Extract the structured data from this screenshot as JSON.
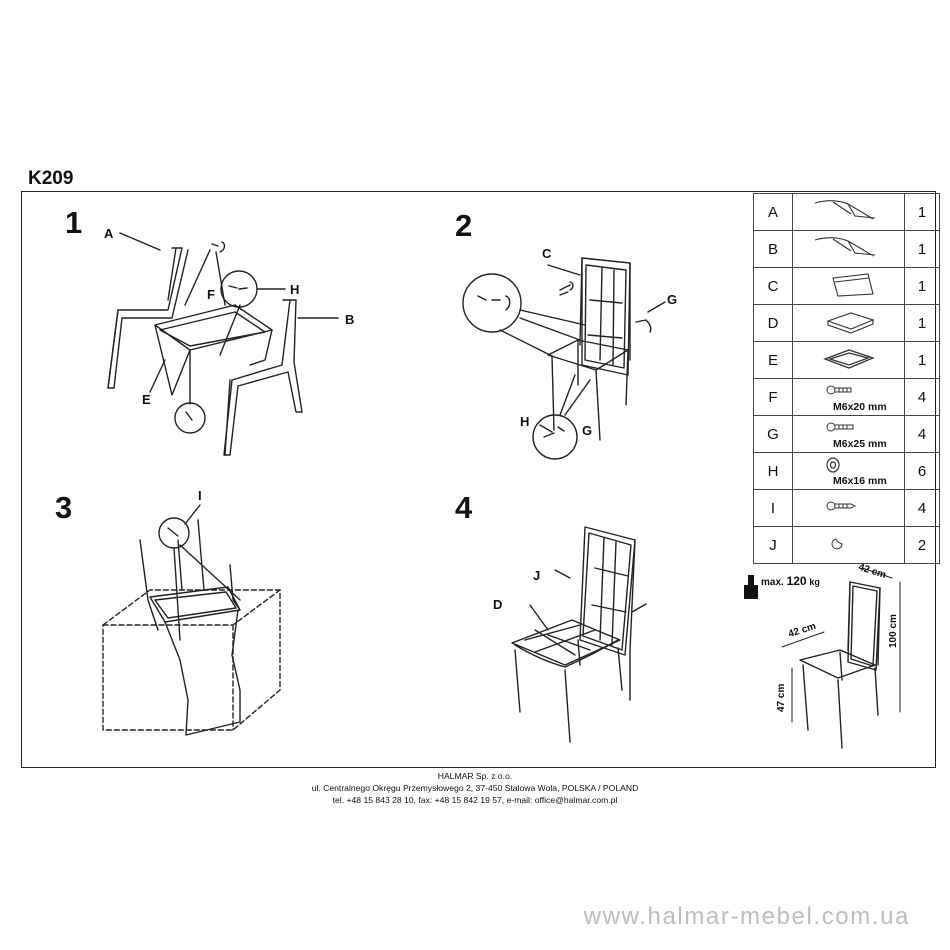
{
  "product": {
    "code": "K209"
  },
  "steps": [
    "1",
    "2",
    "3",
    "4"
  ],
  "labels": {
    "s1": {
      "a": "A",
      "b": "B",
      "e": "E",
      "f": "F",
      "h": "H"
    },
    "s2": {
      "c": "C",
      "g1": "G",
      "h": "H",
      "g2": "G"
    },
    "s3": {
      "i": "I"
    },
    "s4": {
      "j": "J",
      "d": "D"
    }
  },
  "parts": [
    {
      "letter": "A",
      "qty": "1",
      "icon": "leg-frame-icon",
      "size": ""
    },
    {
      "letter": "B",
      "qty": "1",
      "icon": "leg-frame-icon",
      "size": ""
    },
    {
      "letter": "C",
      "qty": "1",
      "icon": "backrest-icon",
      "size": ""
    },
    {
      "letter": "D",
      "qty": "1",
      "icon": "seat-cushion-icon",
      "size": ""
    },
    {
      "letter": "E",
      "qty": "1",
      "icon": "seat-frame-icon",
      "size": ""
    },
    {
      "letter": "F",
      "qty": "4",
      "icon": "bolt-icon",
      "size": "M6x20 mm"
    },
    {
      "letter": "G",
      "qty": "4",
      "icon": "bolt-icon",
      "size": "M6x25 mm"
    },
    {
      "letter": "H",
      "qty": "6",
      "icon": "washer-icon",
      "size": "M6x16 mm"
    },
    {
      "letter": "I",
      "qty": "4",
      "icon": "screw-icon",
      "size": ""
    },
    {
      "letter": "J",
      "qty": "2",
      "icon": "cap-icon",
      "size": ""
    }
  ],
  "specs": {
    "max_label": "max.",
    "max_load": "120",
    "max_unit": "kg",
    "width": "42 cm",
    "depth": "42 cm",
    "height": "100 cm",
    "seat_height": "47 cm"
  },
  "footer": {
    "company": "HALMAR Sp. z o.o.",
    "address": "ul. Centralnego Okręgu Przemysłowego 2, 37-450 Stalowa Wola, POLSKA / POLAND",
    "contact": "tel. +48 15 843 28 10, fax: +48 15 842 19 57, e-mail: office@halmar.com.pl"
  },
  "watermark": "www.halmar-mebel.com.ua"
}
